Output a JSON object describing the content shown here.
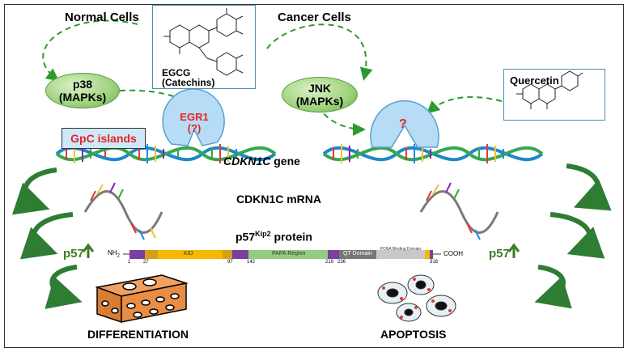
{
  "labels": {
    "normal_cells": "Normal Cells",
    "cancer_cells": "Cancer Cells",
    "egcg_line1": "EGCG",
    "egcg_line2": "(Catechins)",
    "quercetin": "Quercetin",
    "p38_line1": "p38",
    "p38_line2": "(MAPKs)",
    "jnk_line1": "JNK",
    "jnk_line2": "(MAPKs)",
    "egr1": "EGR1",
    "egr1_q": "(?)",
    "unknown_q": "?",
    "gpc_islands": "GpC islands",
    "gene_name": "CDKN1C",
    "gene_suffix": "gene",
    "mrna": "CDKN1C mRNA",
    "protein_p57": "p57",
    "protein_sup": "Kip2",
    "protein_suffix": "protein",
    "p57_left": "p57",
    "p57_right": "p57",
    "differentiation": "DIFFERENTIATION",
    "apoptosis": "APOPTOSIS"
  },
  "domain_bar": {
    "nh2": "NH",
    "nh2_sub": "2",
    "cooh": "COOH",
    "segments": [
      "KID",
      "PAPA Region",
      "QT Domain",
      "PCNA Binding Domain"
    ],
    "positions": [
      "1",
      "27",
      "97",
      "142",
      "219",
      "236",
      "316"
    ]
  },
  "colors": {
    "arrow_green": "#2e7d32",
    "ellipse_green": "#9ed27c",
    "red_text": "#e52424",
    "box_border": "#4d8fb0",
    "kid": "#f5b800",
    "papa": "#93cc82",
    "qt": "#777777",
    "pcna": "#c8c8c8",
    "purple": "#7b3fa0"
  }
}
